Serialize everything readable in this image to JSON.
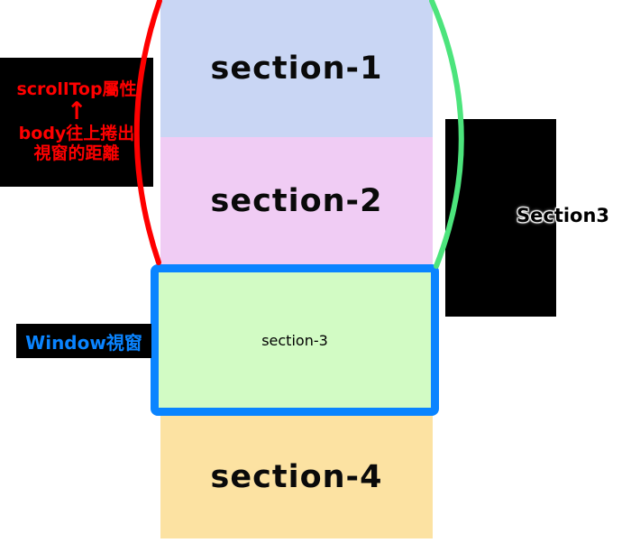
{
  "sections": [
    {
      "label": "section-1",
      "color": "#c9d6f4"
    },
    {
      "label": "section-2",
      "color": "#f0ccf4"
    },
    {
      "label": "section-3",
      "color": "#d2fbc4"
    },
    {
      "label": "section-4",
      "color": "#fce2a2"
    }
  ],
  "annotations": {
    "scrolltop_callout": {
      "line1": "scrollTop屬性",
      "arrow": "↑",
      "line2": "body往上捲出",
      "line3": "視窗的距離",
      "text_color": "#ff0000",
      "box_color": "#000000"
    },
    "window_label": {
      "text": "Window視窗",
      "text_color": "#0a84ff",
      "box_color": "#000000"
    },
    "right_label": {
      "text": "Section3",
      "box_color": "#000000"
    }
  },
  "colors": {
    "window_border": "#0a84ff",
    "arc_left": "#ff0000",
    "arc_right": "#4ce47c",
    "background": "#ffffff"
  }
}
